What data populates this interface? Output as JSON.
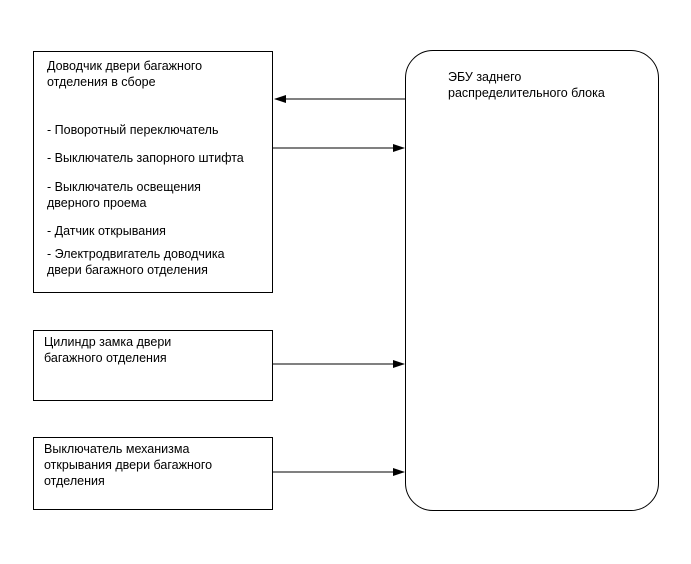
{
  "assembly": {
    "title": "Доводчик двери багажного\nотделения в сборе",
    "items": [
      "- Поворотный переключатель",
      "- Выключатель запорного штифта",
      "- Выключатель освещения\nдверного проема",
      "- Датчик открывания",
      "- Электродвигатель доводчика\nдвери багажного отделения"
    ]
  },
  "lock_cylinder": {
    "title": "Цилиндр замка двери\nбагажного отделения"
  },
  "opener_switch": {
    "title": "Выключатель механизма\nоткрывания двери багажного\nотделения"
  },
  "ecu": {
    "title": "ЭБУ заднего\nраспределительного блока"
  }
}
